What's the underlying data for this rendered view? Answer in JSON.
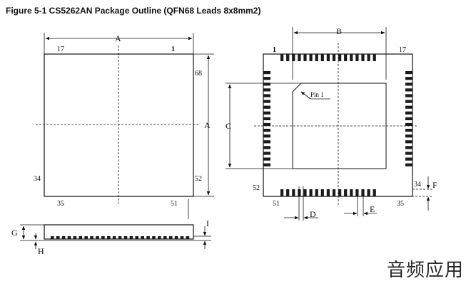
{
  "figure": {
    "title": "Figure 5-1 CS5262AN Package Outline (QFN68 Leads 8x8mm2)"
  },
  "top_view": {
    "dim_width": "A",
    "dim_height": "A",
    "pin_17": "17",
    "pin_1": "1",
    "pin_68": "68",
    "pin_34": "34",
    "pin_52": "52",
    "pin_35": "35",
    "pin_51": "51"
  },
  "bottom_view": {
    "dim_b": "B",
    "dim_c": "C",
    "dim_d": "D",
    "dim_e": "E",
    "dim_f": "F",
    "pin_1": "1",
    "pin_17": "17",
    "pin_34": "34",
    "pin_35": "35",
    "pin_51": "51",
    "pin_52": "52",
    "pin1_marker": "Pin 1"
  },
  "side_view": {
    "dim_g": "G",
    "dim_h": "H",
    "dim_i": "I"
  },
  "watermark": "音频应用",
  "colors": {
    "line": "#111111",
    "pad": "#1a1a1a",
    "background": "#ffffff"
  }
}
